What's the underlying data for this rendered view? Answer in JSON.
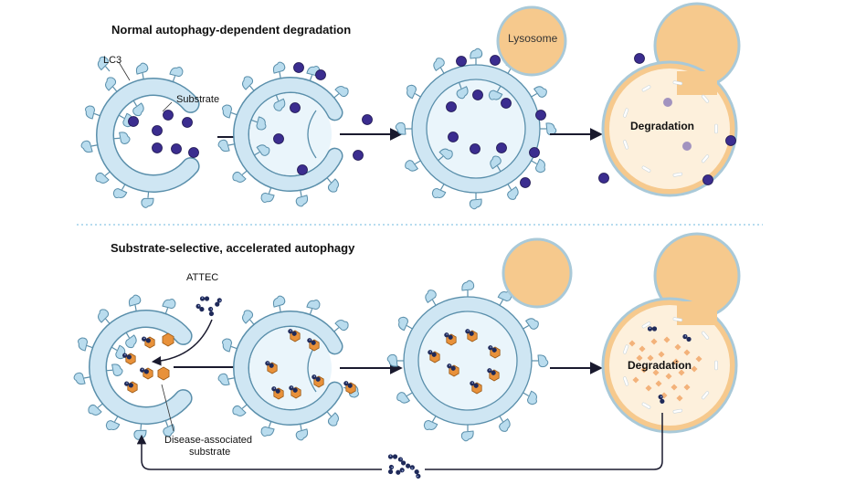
{
  "top": {
    "title": "Normal autophagy-dependent degradation",
    "lc3_label": "LC3",
    "substrate_label": "Substrate",
    "lysosome_label": "Lysosome",
    "degradation_label": "Degradation"
  },
  "bottom": {
    "title": "Substrate-selective, accelerated autophagy",
    "attec_label": "ATTEC",
    "disease_label_line1": "Disease-associated",
    "disease_label_line2": "substrate",
    "degradation_label": "Degradation"
  },
  "colors": {
    "membrane_fill": "#cfe6f3",
    "membrane_stroke": "#5a8fab",
    "lumen": "#eaf5fb",
    "lc3": "#b9dcee",
    "substrate": "#3b2d8f",
    "lysosome": "#f6c98d",
    "lysosome_stroke": "#a9c9d8",
    "autolysosome_inner": "#fdf0dc",
    "disease_substrate": "#e8913a",
    "attec": "#1f2a5a",
    "arrow": "#1a1a2e",
    "divider": "#9fd0ea"
  }
}
